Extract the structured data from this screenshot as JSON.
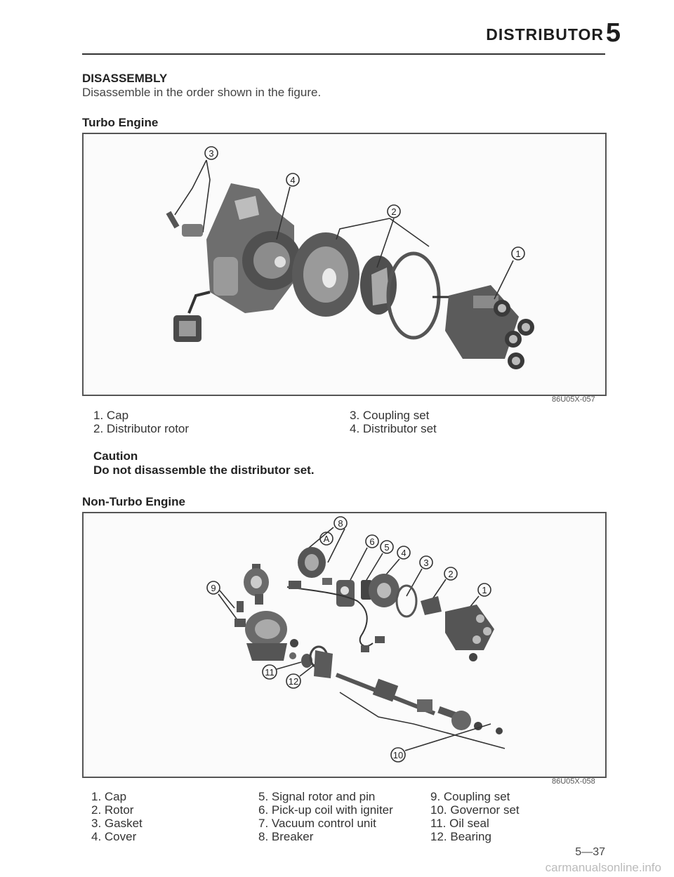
{
  "header": {
    "section_title": "DISTRIBUTOR",
    "section_number": "5"
  },
  "heading": "DISASSEMBLY",
  "intro": "Disassemble in the order shown in the figure.",
  "turbo": {
    "title": "Turbo Engine",
    "figure_code": "86U05X-057",
    "parts_col1": [
      "1. Cap",
      "2. Distributor rotor"
    ],
    "parts_col2": [
      "3. Coupling set",
      "4. Distributor set"
    ],
    "caution_title": "Caution",
    "caution_text": "Do not disassemble the distributor set."
  },
  "nonturbo": {
    "title": "Non-Turbo Engine",
    "figure_code": "86U05X-058",
    "parts_col1": [
      "1. Cap",
      "2. Rotor",
      "3. Gasket",
      "4. Cover"
    ],
    "parts_col2": [
      "5. Signal rotor and pin",
      "6. Pick-up coil with igniter",
      "7. Vacuum control unit",
      "8. Breaker"
    ],
    "parts_col3": [
      "9. Coupling set",
      "10. Governor set",
      "11. Oil seal",
      "12. Bearing"
    ]
  },
  "page_number": "5—37",
  "watermark": "carmanualsonline.info",
  "callouts_turbo": [
    "3",
    "4",
    "2",
    "1"
  ],
  "callouts_nonturbo": [
    "8",
    "A",
    "6",
    "5",
    "4",
    "3",
    "2",
    "1",
    "9",
    "11",
    "12",
    "10"
  ]
}
